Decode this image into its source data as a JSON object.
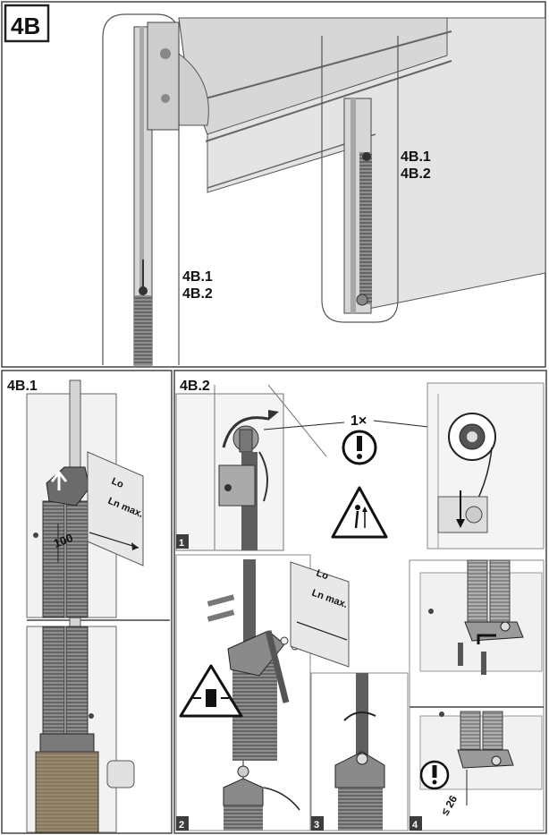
{
  "figure": {
    "main_label": "4B",
    "callout_right": {
      "line1": "4B.1",
      "line2": "4B.2"
    },
    "callout_left": {
      "line1": "4B.1",
      "line2": "4B.2"
    }
  },
  "panel_4b1": {
    "label": "4B.1",
    "dimension": "100",
    "sign_lo": "Lo",
    "sign_ln": "Ln max."
  },
  "panel_4b2": {
    "label": "4B.2",
    "count": "1×",
    "steps": [
      {
        "number": "1"
      },
      {
        "number": "2",
        "sign_lo": "Lo",
        "sign_ln": "Ln max."
      },
      {
        "number": "3"
      },
      {
        "number": "4",
        "dimension": "≤ 26"
      }
    ]
  },
  "icons": [
    "exclamation-warning-icon",
    "person-lifting-warning-icon",
    "hand-crush-warning-icon",
    "exclamation-warning-icon"
  ],
  "colors": {
    "frame": "#3a3a3a",
    "door": "#e6e6e6",
    "spring": "#8a8a8a",
    "background": "#ffffff"
  }
}
